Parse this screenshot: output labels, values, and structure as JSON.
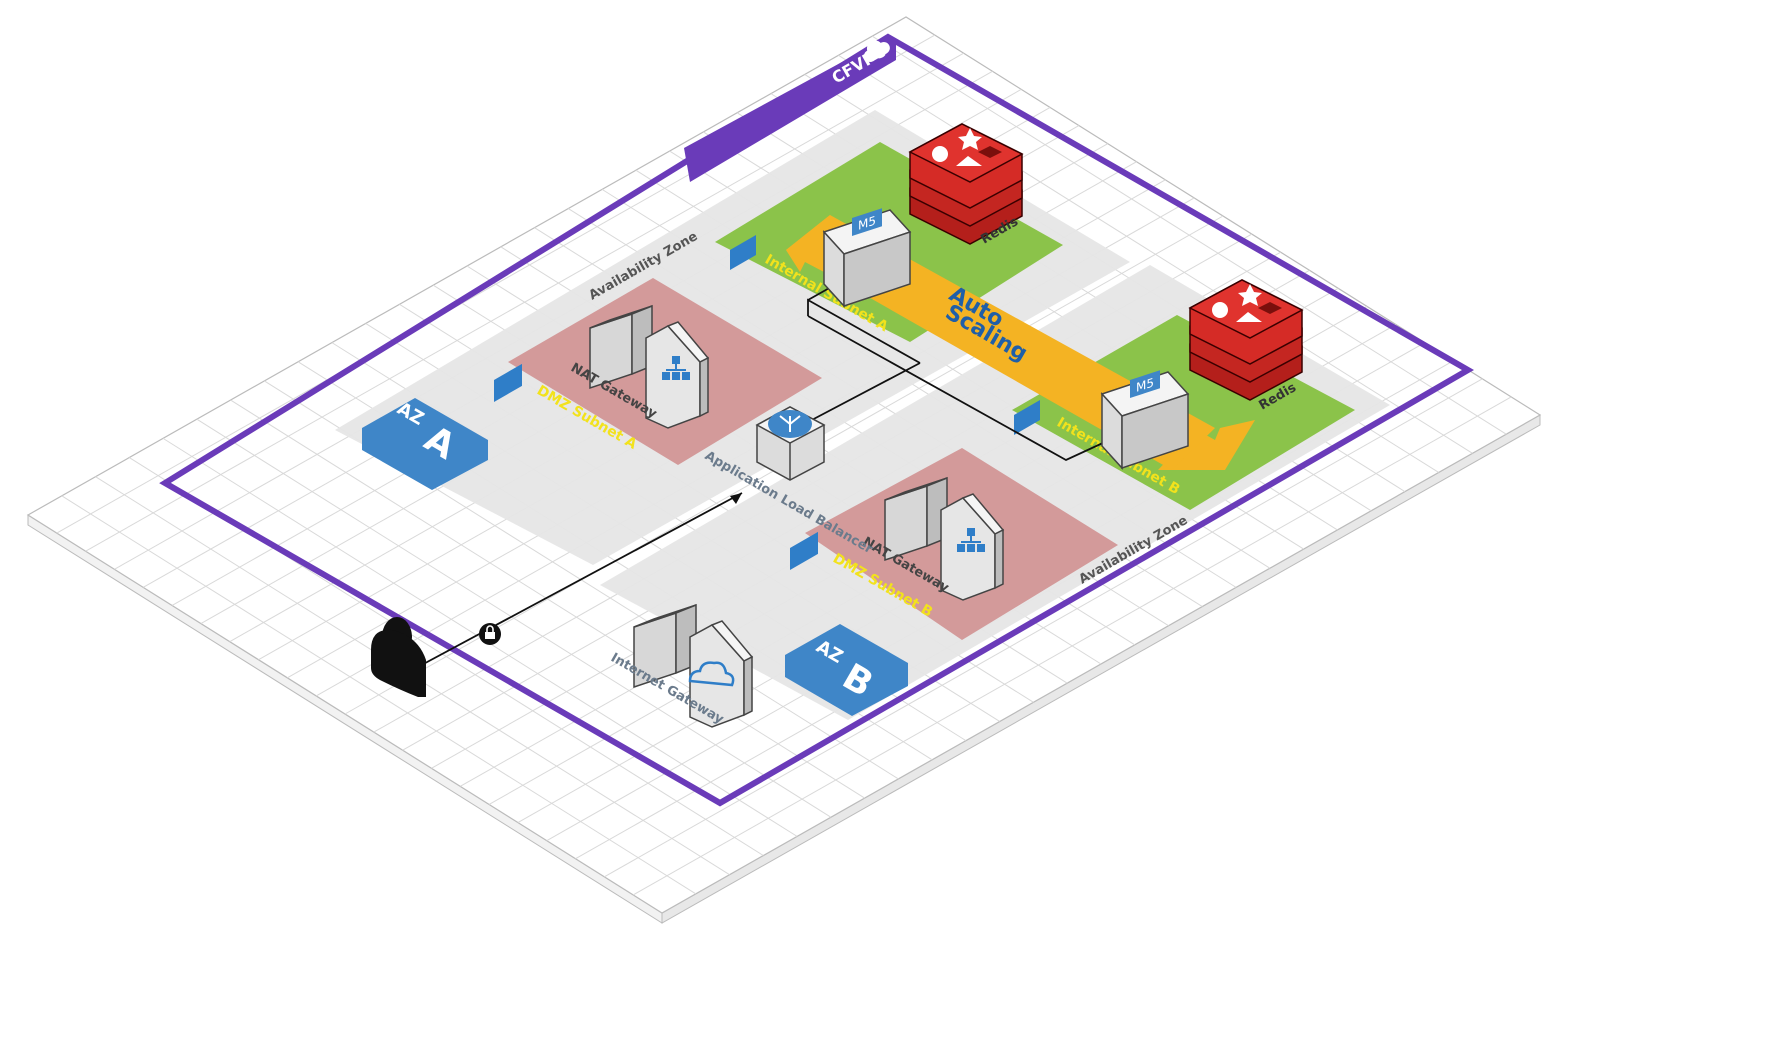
{
  "vpc": {
    "label": "CFVPC"
  },
  "zones": {
    "availability_zone_label": "Availability Zone"
  },
  "badges": {
    "az_a": {
      "prefix": "AZ",
      "letter": "A"
    },
    "az_b": {
      "prefix": "AZ",
      "letter": "B"
    }
  },
  "subnets": {
    "dmz_a": "DMZ Subnet A",
    "dmz_b": "DMZ Subnet B",
    "internal_a": "Internal Subnet A",
    "internal_b": "Internal Subnet B"
  },
  "services": {
    "nat_gateway": "NAT Gateway",
    "alb": "Application Load Balancer",
    "internet_gateway": "Internet Gateway",
    "redis": "Redis",
    "m5": "M5"
  },
  "auto_scaling": {
    "line1": "Auto",
    "line2": "Scaling"
  },
  "colors": {
    "vpc_border": "#6a3bb9",
    "dmz_fill": "#d39a9a",
    "internal_fill": "#8bc34a",
    "zone_fill": "#e6e6e6",
    "az_badge": "#3f86c8",
    "auto_scaling": "#f4b323",
    "redis": "#d52b26"
  }
}
